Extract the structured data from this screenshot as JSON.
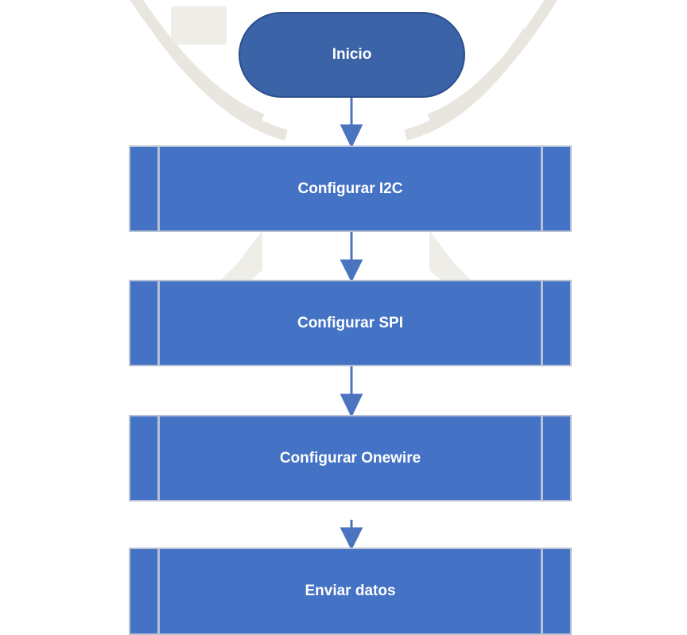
{
  "diagram": {
    "start": {
      "label": "Inicio"
    },
    "steps": [
      {
        "label": "Configurar I2C"
      },
      {
        "label": "Configurar SPI"
      },
      {
        "label": "Configurar Onewire"
      },
      {
        "label": "Enviar datos"
      }
    ]
  },
  "colors": {
    "node_fill": "#4472c4",
    "start_fill": "#3b63a8",
    "node_border": "#b8c2d3",
    "arrow": "#4a73c0"
  }
}
